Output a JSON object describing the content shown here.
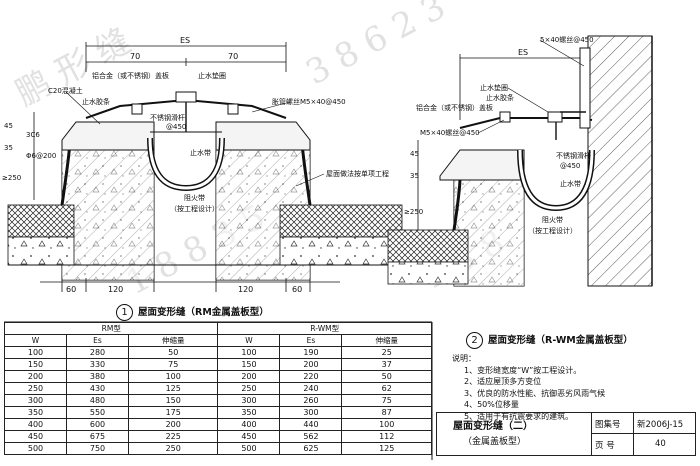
{
  "left_diagram": {
    "dims": {
      "es": "ES",
      "w1": "70",
      "w2": "70",
      "b1": "60",
      "b2": "120",
      "b3": "120",
      "b4": "60",
      "v1": "35",
      "v2": "45",
      "v3": "≥250"
    },
    "labels": {
      "concrete": "C20混凝土",
      "aluminum": "铝合金（或不锈钢）盖板",
      "stop_pad": "止水垫圈",
      "stop_strip_top": "止水胶条",
      "bolt": "胀管螺丝M5×40@450",
      "rod": "不锈钢滑杆",
      "rod_spacing": "@450",
      "waterstop": "止水带",
      "fire": "阻火带",
      "fire_note": "（按工程设计）",
      "roof_note": "屋面做法按单项工程",
      "three_c6": "3C6",
      "phi": "Φ6@200"
    },
    "caption_num": "1",
    "caption": "屋面变形缝（RM金属盖板型）"
  },
  "right_diagram": {
    "dims": {
      "es": "ES",
      "v1": "35",
      "v2": "45",
      "v3": "≥250"
    },
    "labels": {
      "bolt_top": "5×40螺丝@450",
      "stop_pad": "止水垫圈",
      "stop_strip": "止水胶条",
      "aluminum": "铝合金（或不锈钢）盖板",
      "bolt": "M5×40螺丝@450",
      "rod": "不锈钢滑杆",
      "rod_spacing": "@450",
      "waterstop": "止水带",
      "fire": "阻火带",
      "fire_note": "（按工程设计）"
    },
    "caption_num": "2",
    "caption": "屋面变形缝（R-WM金属盖板型）"
  },
  "table": {
    "groups": [
      "RM型",
      "R-WM型"
    ],
    "headers": [
      "W",
      "Es",
      "伸缩量",
      "W",
      "Es",
      "伸缩量"
    ],
    "rows": [
      [
        "100",
        "280",
        "50",
        "100",
        "190",
        "25"
      ],
      [
        "150",
        "330",
        "75",
        "150",
        "200",
        "37"
      ],
      [
        "200",
        "380",
        "100",
        "200",
        "220",
        "50"
      ],
      [
        "250",
        "430",
        "125",
        "250",
        "240",
        "62"
      ],
      [
        "300",
        "480",
        "150",
        "300",
        "260",
        "75"
      ],
      [
        "350",
        "550",
        "175",
        "350",
        "300",
        "87"
      ],
      [
        "400",
        "600",
        "200",
        "400",
        "440",
        "100"
      ],
      [
        "450",
        "675",
        "225",
        "450",
        "562",
        "112"
      ],
      [
        "500",
        "750",
        "250",
        "500",
        "625",
        "125"
      ]
    ]
  },
  "notes": {
    "heading": "说明：",
    "items": [
      "1、变形缝宽度“W”按工程设计。",
      "2、适应屋顶多方变位",
      "3、优良的防水性能、抗御恶劣风雨气候",
      "4、50%位移量",
      "5、适用于有抗震要求的建筑。"
    ]
  },
  "title_block": {
    "title": "屋面变形缝（二）",
    "subtitle": "（金属盖板型）",
    "atlas_label": "图集号",
    "atlas_value": "新2006J-15",
    "page_label": "页  号",
    "page_value": "40"
  }
}
